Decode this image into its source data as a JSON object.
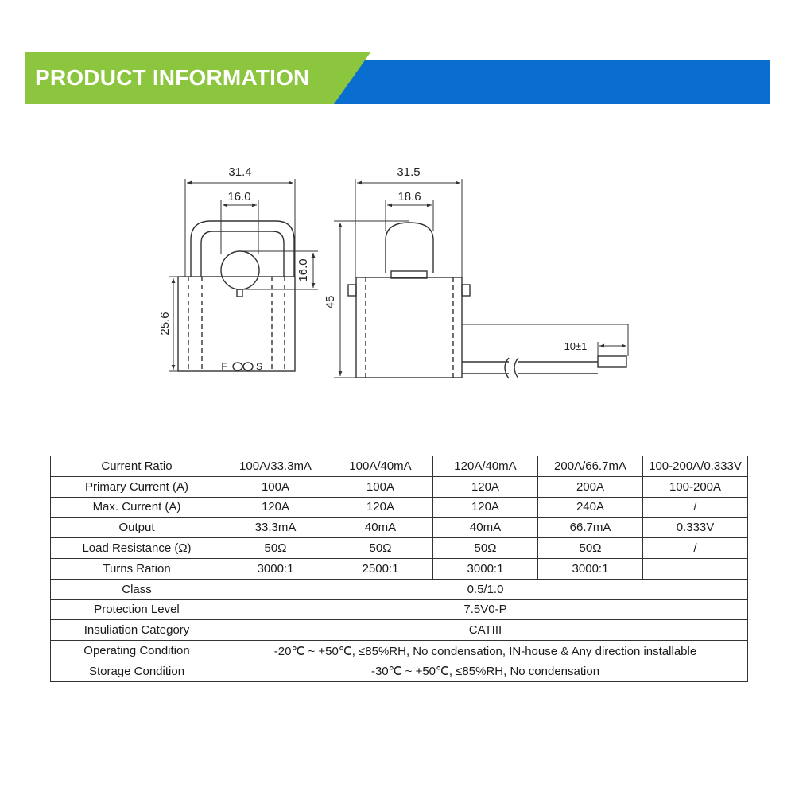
{
  "banner": {
    "title": "PRODUCT INFORMATION",
    "colors": {
      "green": "#8cc63f",
      "blue": "#0a6ed1",
      "text": "#ffffff"
    }
  },
  "drawing": {
    "front_view": {
      "width_label": "31.4",
      "window_width_label": "16.0",
      "window_height_label": "16.0",
      "body_height_label": "25.6",
      "marking_f": "F",
      "marking_s": "S"
    },
    "side_view": {
      "width_label": "31.5",
      "window_width_label": "18.6",
      "height_label": "45",
      "lead_label": "10±1"
    }
  },
  "spec_table": {
    "header": {
      "label": "Current Ratio",
      "values": [
        "100A/33.3mA",
        "100A/40mA",
        "120A/40mA",
        "200A/66.7mA",
        "100-200A/0.333V"
      ]
    },
    "rows": [
      {
        "label": "Primary Current (A)",
        "values": [
          "100A",
          "100A",
          "120A",
          "200A",
          "100-200A"
        ]
      },
      {
        "label": "Max. Current (A)",
        "values": [
          "120A",
          "120A",
          "120A",
          "240A",
          "/"
        ]
      },
      {
        "label": "Output",
        "values": [
          "33.3mA",
          "40mA",
          "40mA",
          "66.7mA",
          "0.333V"
        ]
      },
      {
        "label": "Load Resistance (Ω)",
        "values": [
          "50Ω",
          "50Ω",
          "50Ω",
          "50Ω",
          "/"
        ]
      },
      {
        "label": "Turns Ration",
        "values": [
          "3000:1",
          "2500:1",
          "3000:1",
          "3000:1",
          ""
        ]
      }
    ],
    "merged_rows": [
      {
        "label": "Class",
        "value": "0.5/1.0"
      },
      {
        "label": "Protection Level",
        "value": "7.5V0-P"
      },
      {
        "label": "Insuliation Category",
        "value": "CATIII"
      },
      {
        "label": "Operating Condition",
        "value": "-20℃ ~ +50℃, ≤85%RH, No condensation, IN-house & Any direction installable"
      },
      {
        "label": "Storage Condition",
        "value": "-30℃ ~ +50℃, ≤85%RH, No condensation"
      }
    ]
  }
}
